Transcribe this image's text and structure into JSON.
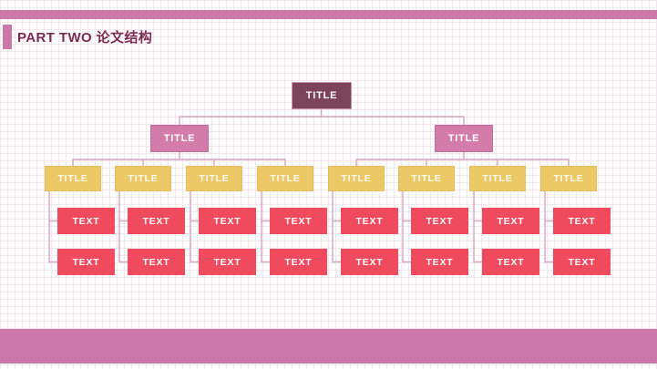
{
  "header": {
    "title": "PART TWO 论文结构"
  },
  "colors": {
    "bar_pink": "#cb77a9",
    "header_text": "#7b2b51",
    "root_box": "#7d4358",
    "level2_box": "#d37ba9",
    "level3_box": "#ecc867",
    "text_box": "#f04a5e",
    "connector_line": "#d5a6c3",
    "grid_line": "#f3e7ee"
  },
  "tree": {
    "root": {
      "label": "TITLE"
    },
    "branches": [
      {
        "label": "TITLE",
        "children": [
          {
            "label": "TITLE",
            "texts": [
              "TEXT",
              "TEXT"
            ]
          },
          {
            "label": "TITLE",
            "texts": [
              "TEXT",
              "TEXT"
            ]
          },
          {
            "label": "TITLE",
            "texts": [
              "TEXT",
              "TEXT"
            ]
          },
          {
            "label": "TITLE",
            "texts": [
              "TEXT",
              "TEXT"
            ]
          }
        ]
      },
      {
        "label": "TITLE",
        "children": [
          {
            "label": "TITLE",
            "texts": [
              "TEXT",
              "TEXT"
            ]
          },
          {
            "label": "TITLE",
            "texts": [
              "TEXT",
              "TEXT"
            ]
          },
          {
            "label": "TITLE",
            "texts": [
              "TEXT",
              "TEXT"
            ]
          },
          {
            "label": "TITLE",
            "texts": [
              "TEXT",
              "TEXT"
            ]
          }
        ]
      }
    ]
  }
}
